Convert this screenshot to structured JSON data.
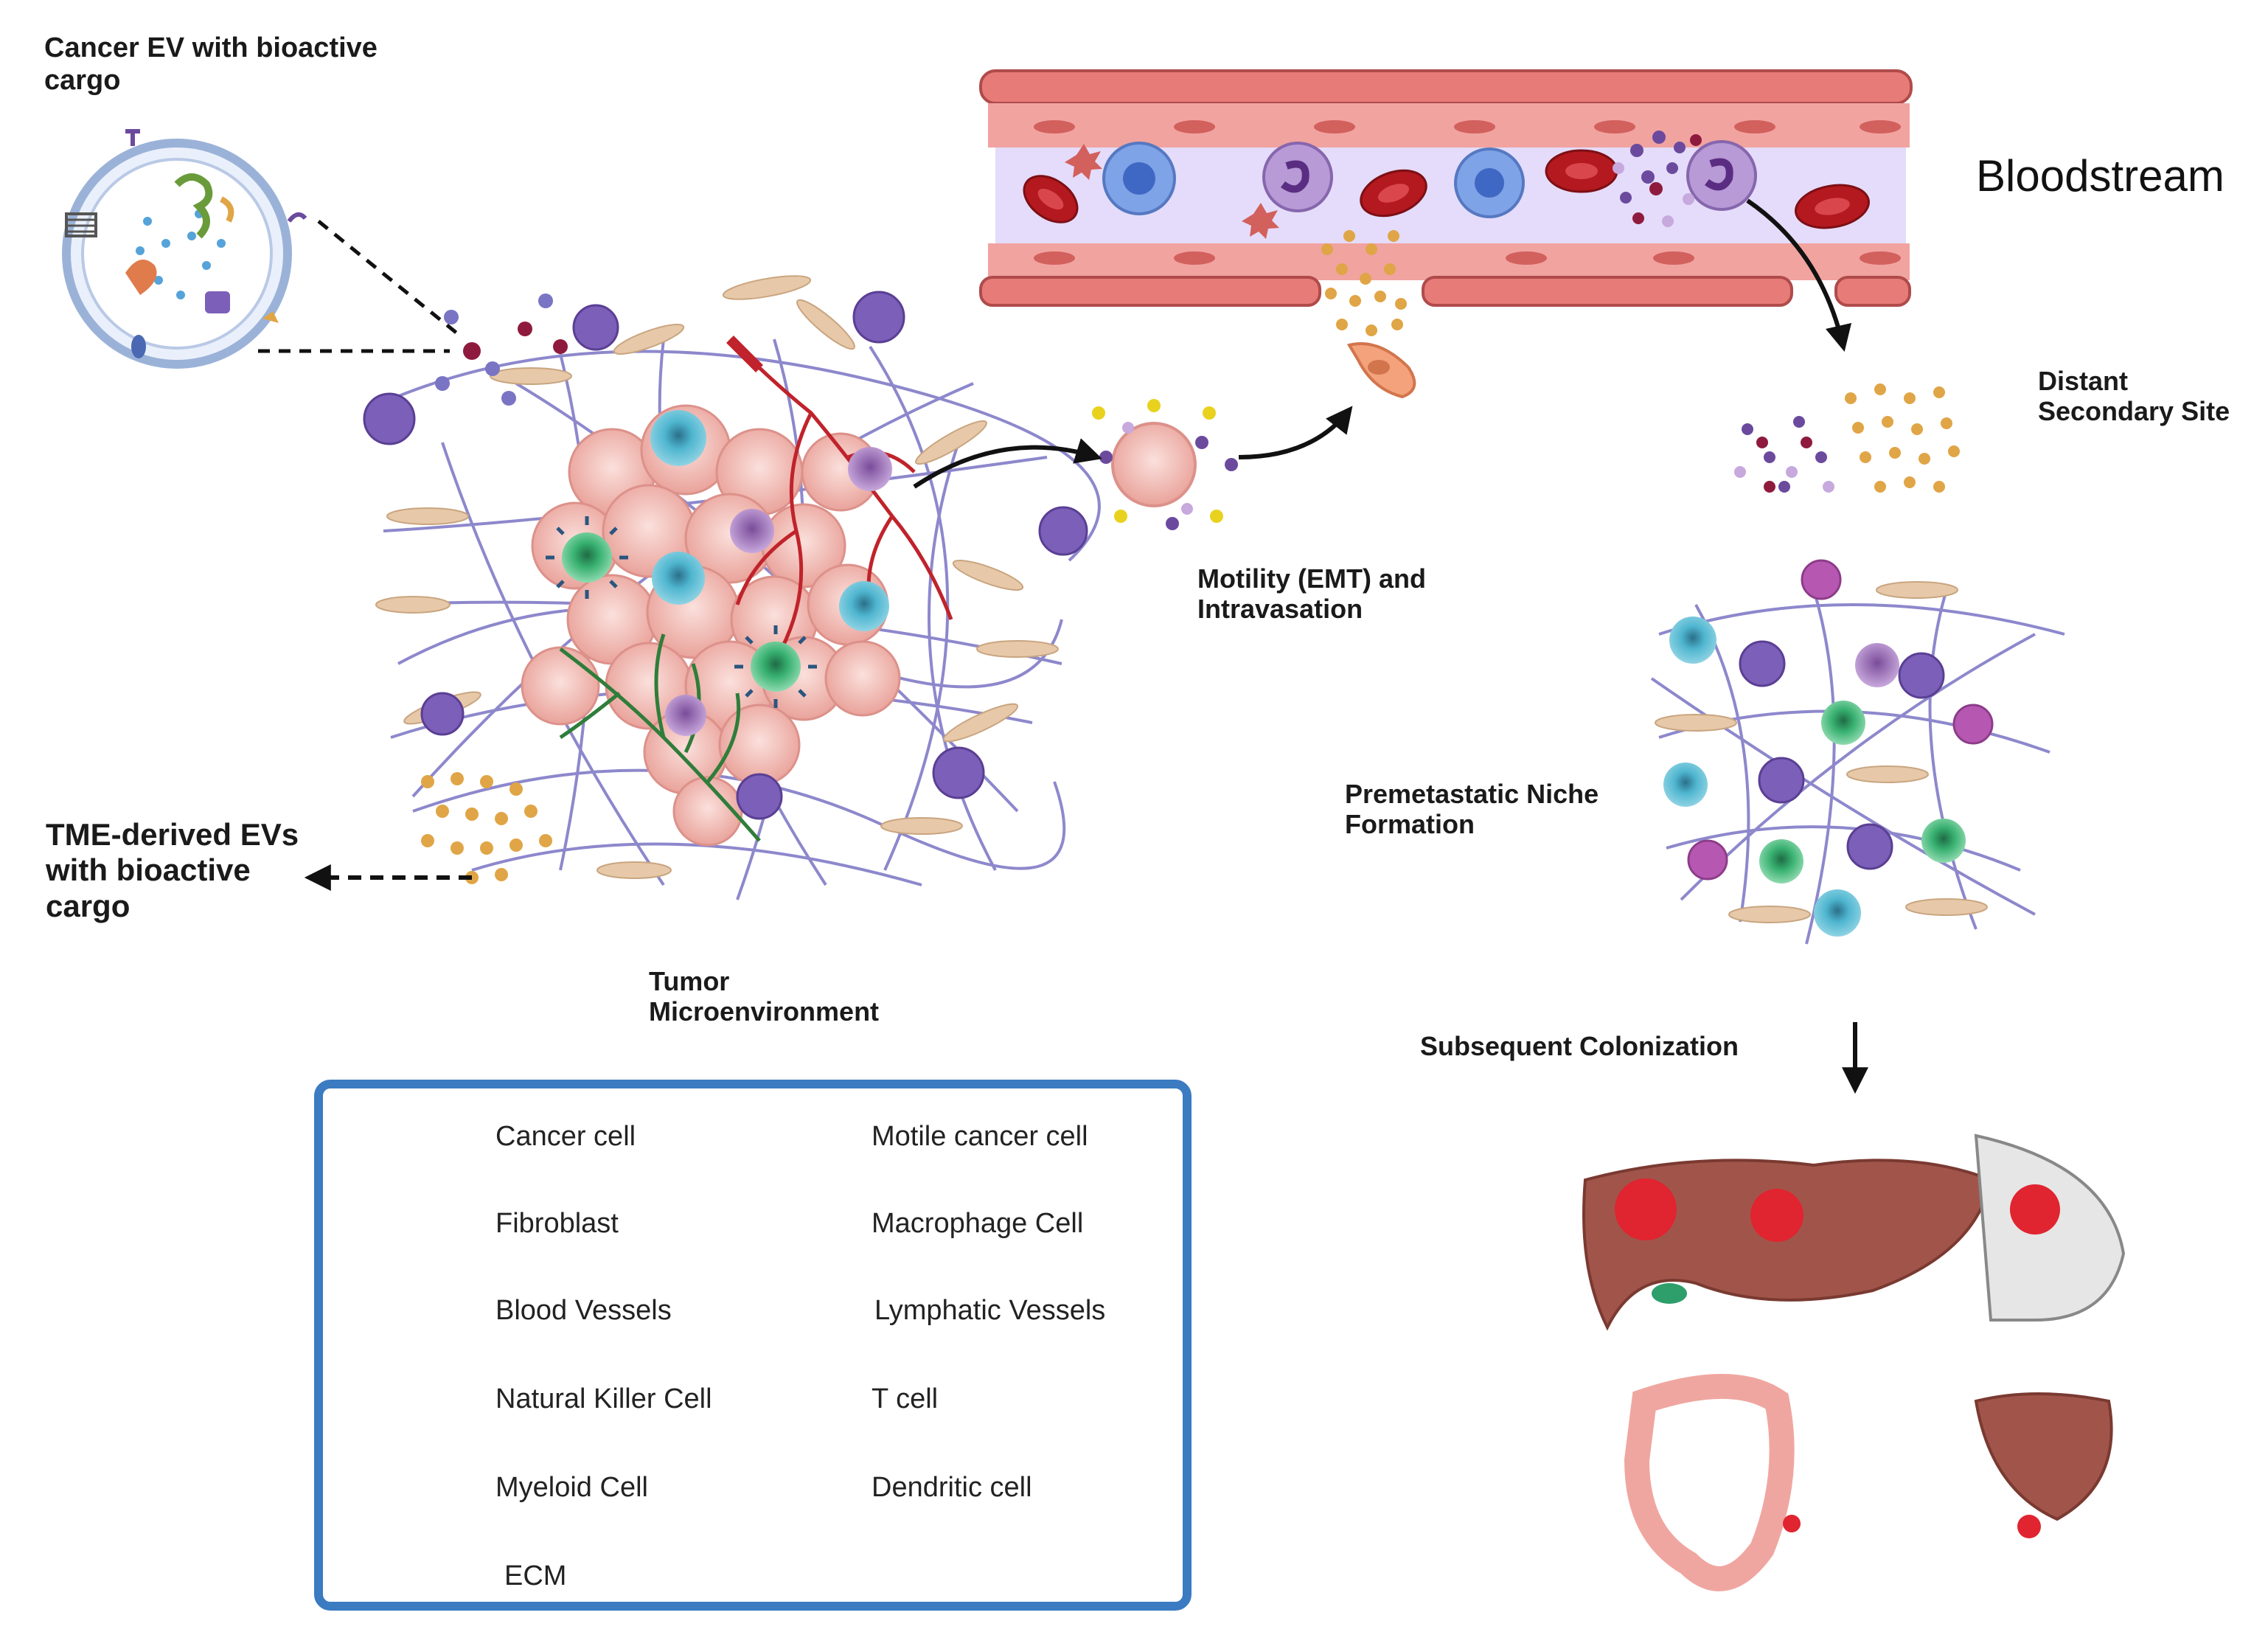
{
  "labels": {
    "cancer_ev": "Cancer EV with bioactive\ncargo",
    "bloodstream": "Bloodstream",
    "distant_site": "Distant\nSecondary Site",
    "motility": "Motility (EMT) and\nIntravasation",
    "tme_evs": "TME-derived EVs\nwith bioactive\ncargo",
    "tumor_me": "Tumor\nMicroenvironment",
    "premetastatic": "Premetastatic Niche\nFormation",
    "colonization": "Subsequent Colonization"
  },
  "legend": {
    "cancer_cell": "Cancer cell",
    "motile_cancer_cell": "Motile cancer cell",
    "fibroblast": "Fibroblast",
    "macrophage": "Macrophage Cell",
    "blood_vessels": "Blood Vessels",
    "lymphatic_vessels": "Lymphatic Vessels",
    "nk_cell": "Natural Killer Cell",
    "t_cell": "T cell",
    "myeloid_cell": "Myeloid Cell",
    "dendritic_cell": "Dendritic cell",
    "ecm": "ECM"
  },
  "colors": {
    "legend_border": "#3b7bc1",
    "cancer_cell": "#f2b8b2",
    "macrophage": "#7b5fb8",
    "nk_cell": "#3aa1bf",
    "t_cell": "#2e9e6a",
    "myeloid": "#8e62b0",
    "dendritic": "#b658b2",
    "ecm": "#7a74c4",
    "fibroblast": "#e7c9a9",
    "blood_vessel": "#c0232b",
    "lymphatic": "#2f7d3a",
    "vessel_wall": "#e87a7a",
    "rbc": "#b3191f"
  },
  "icons": [
    "ev-vesicle-icon",
    "tumor-mass-icon",
    "liver-icon",
    "breast-icon",
    "colon-icon",
    "bladder-prostate-icon"
  ]
}
